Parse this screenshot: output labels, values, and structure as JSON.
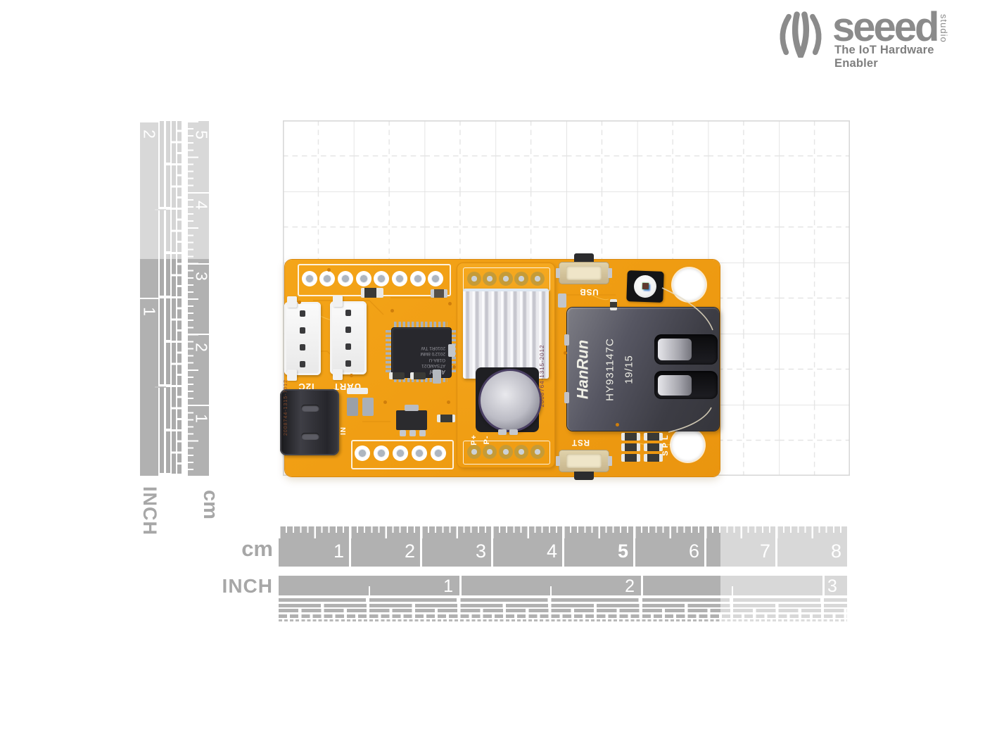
{
  "logo": {
    "brand": "seeed",
    "sub": "studio",
    "tagline": "The IoT Hardware Enabler"
  },
  "rulers": {
    "unit_cm": "cm",
    "unit_inch": "INCH",
    "v_cm_labels": [
      "5",
      "4",
      "3",
      "2",
      "1"
    ],
    "v_inch_labels": [
      "2",
      "1"
    ],
    "h_cm_labels": [
      "1",
      "2",
      "3",
      "4",
      "5",
      "6",
      "7",
      "8"
    ],
    "h_inch_labels": [
      "1",
      "2",
      "3"
    ]
  },
  "pcb": {
    "connector_left": "I2C",
    "connector_right": "UART",
    "button_top": "USB",
    "button_bottom": "RST",
    "reg_label": "IN",
    "spi_label": "SPL",
    "module": {
      "pos": "P+",
      "neg": "P-",
      "serial": "2008764-1315-2012"
    },
    "board_serial": "2008744-1315-7012",
    "ethernet": {
      "brand": "HanRun",
      "part": "HY931147C",
      "date": "19/15"
    },
    "mcu": {
      "line1": "Atmel",
      "line2": "ATSAMD21",
      "line3": "G18A-U",
      "line4": "2012'0 8MM",
      "line5": "2010R1 TW"
    }
  },
  "colors": {
    "board_orange": "#f1a011",
    "ruler_dark": "#b1b1b1",
    "ruler_light": "#d9d9d9",
    "logo_gray": "#8b8b8b",
    "ethernet_gray": "#4a4a52"
  }
}
